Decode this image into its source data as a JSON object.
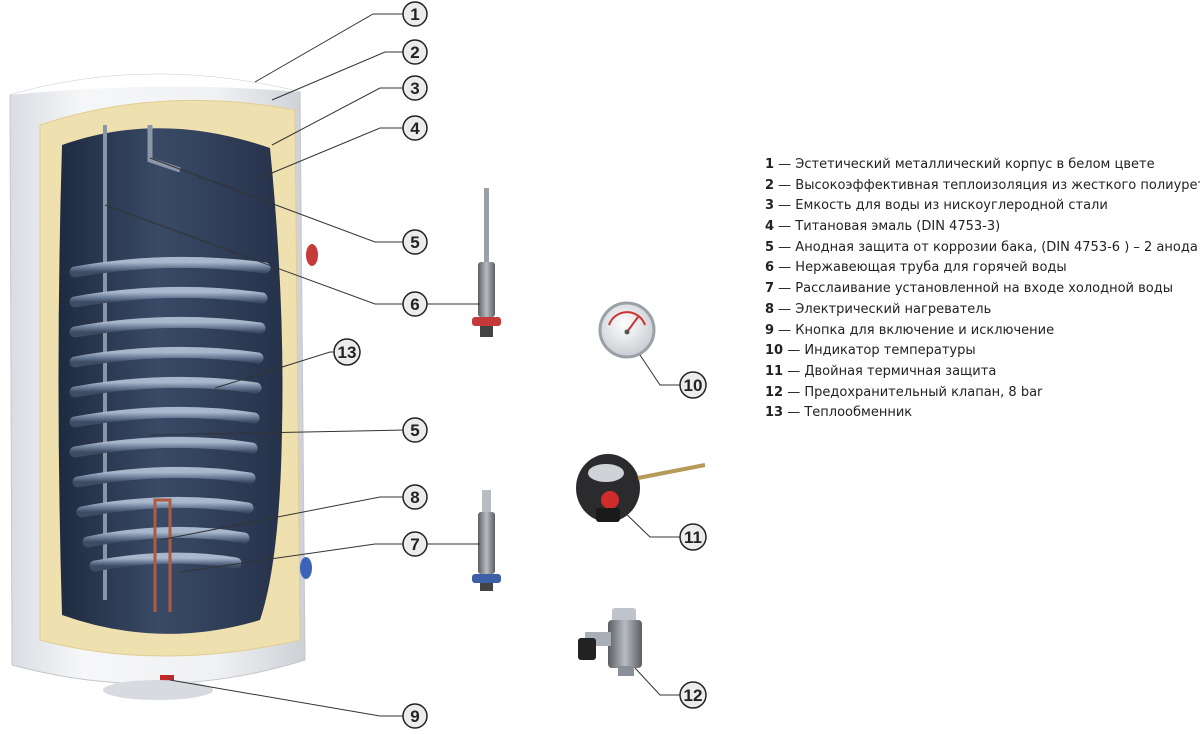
{
  "callouts": [
    {
      "id": "c1",
      "num": "1"
    },
    {
      "id": "c2",
      "num": "2"
    },
    {
      "id": "c3",
      "num": "3"
    },
    {
      "id": "c4",
      "num": "4"
    },
    {
      "id": "c5a",
      "num": "5"
    },
    {
      "id": "c6",
      "num": "6"
    },
    {
      "id": "c13",
      "num": "13"
    },
    {
      "id": "c5b",
      "num": "5"
    },
    {
      "id": "c8",
      "num": "8"
    },
    {
      "id": "c7",
      "num": "7"
    },
    {
      "id": "c9",
      "num": "9"
    },
    {
      "id": "c10",
      "num": "10"
    },
    {
      "id": "c11",
      "num": "11"
    },
    {
      "id": "c12",
      "num": "12"
    }
  ],
  "legend": [
    {
      "num": "1",
      "text": " — Эстетический металлический корпус в белом цвете"
    },
    {
      "num": "2",
      "text": " — Высокоэффективная теплоизоляция из жесткого полиуретана"
    },
    {
      "num": "3",
      "text": " — Емкость для воды из нискоуглеродной стали"
    },
    {
      "num": "4",
      "text": " — Титановая эмаль (DIN 4753-3)"
    },
    {
      "num": "5",
      "text": " — Анодная защита от коррозии бака, (DIN 4753-6 ) – 2 анода"
    },
    {
      "num": "6",
      "text": " — Нержавеющая труба для горячей воды"
    },
    {
      "num": "7",
      "text": " — Расслаивание установленной на входе холодной воды"
    },
    {
      "num": "8",
      "text": " — Электрический нагреватель"
    },
    {
      "num": "9",
      "text": " — Кнопка для включение и исключение"
    },
    {
      "num": "10",
      "text": " — Индикатор температуры"
    },
    {
      "num": "11",
      "text": " — Двойная термичная защита"
    },
    {
      "num": "12",
      "text": " — Предохранительный клапан, 8 bar"
    },
    {
      "num": "13",
      "text": " — Теплообменник"
    }
  ]
}
